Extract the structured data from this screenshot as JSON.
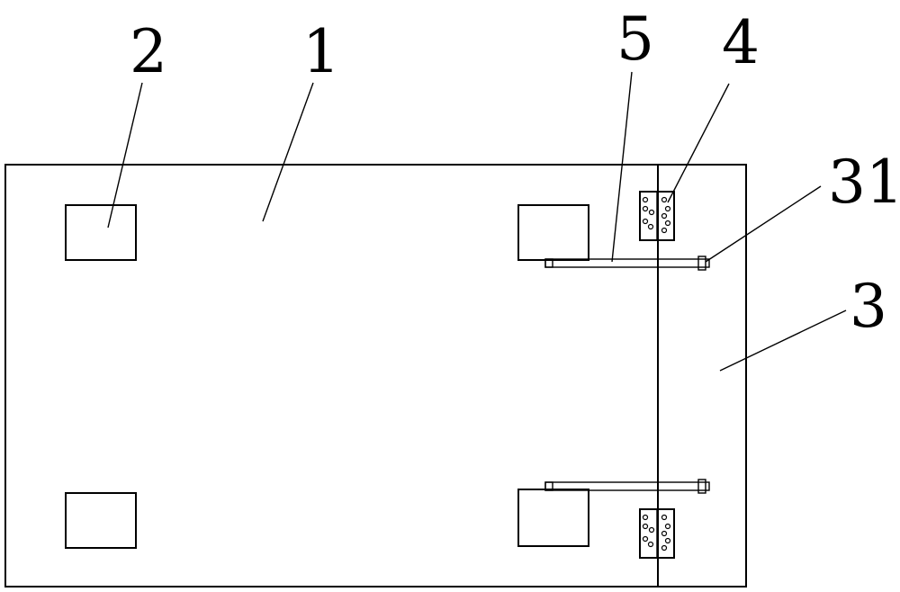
{
  "labels": {
    "l1": "1",
    "l2": "2",
    "l3": "3",
    "l4": "4",
    "l5": "5",
    "l31": "31"
  },
  "colors": {
    "line": "#000000",
    "background": "#ffffff"
  }
}
